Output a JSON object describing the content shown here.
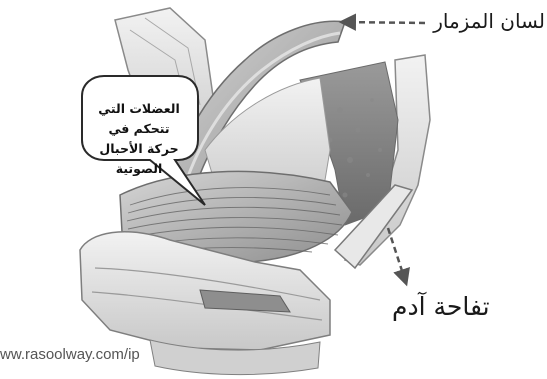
{
  "labels": {
    "epiglottis": "لسان المزمار",
    "adams_apple": "تفاحة آدم",
    "callout_line1": "العضلات التي تتحكم في",
    "callout_line2": "حركة الأحبال الصوتية"
  },
  "watermark": "ww.rasoolway.com/ip",
  "colors": {
    "background": "#ffffff",
    "tissue_light": "#e4e4e4",
    "tissue_mid": "#b9b9b9",
    "tissue_dark": "#7a7a7a",
    "arrow": "#555555",
    "text": "#1a1a1a"
  }
}
